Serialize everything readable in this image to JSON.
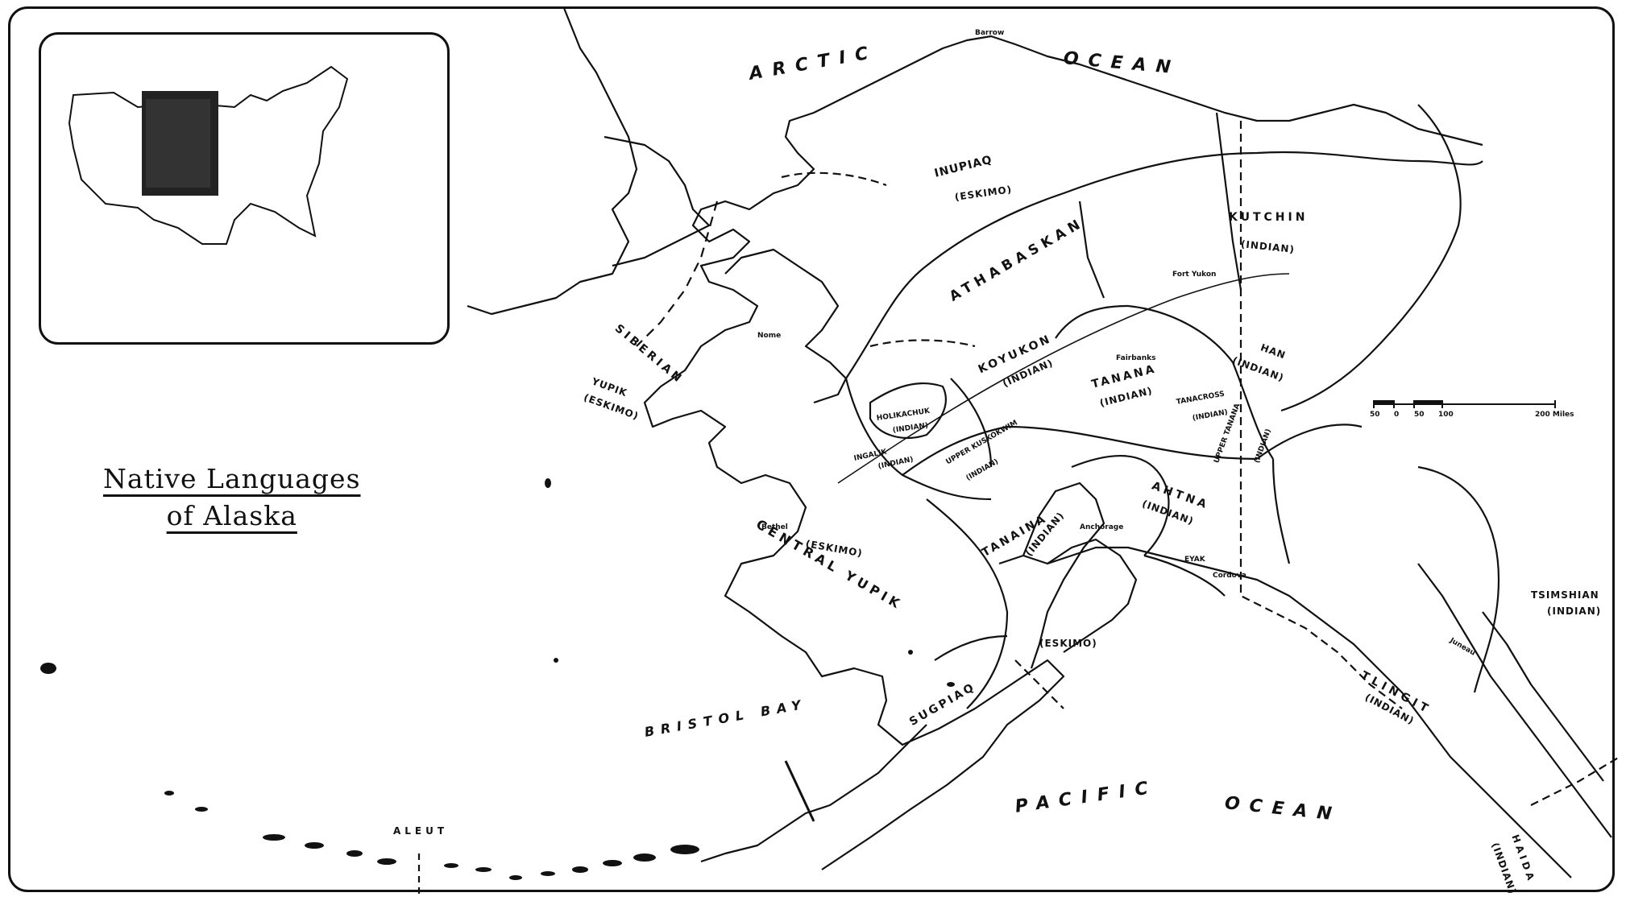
{
  "title": {
    "line1": "Native Languages",
    "line2": "of Alaska"
  },
  "oceans": {
    "arctic": "ARCTIC",
    "arctic_ocean": "OCEAN",
    "pacific": "PACIFIC",
    "pacific_ocean": "OCEAN",
    "bristol_bay": "BRISTOL BAY"
  },
  "languages": {
    "inupiaq": "INUPIAQ",
    "inupiaq_group": "(ESKIMO)",
    "athabaskan": "ATHABASKAN",
    "kutchin": "KUTCHIN",
    "kutchin_group": "(INDIAN)",
    "siberian": "SIBERIAN",
    "siberian_yupik": "YUPIK",
    "siberian_group": "(ESKIMO)",
    "koyukon": "KOYUKON",
    "koyukon_group": "(INDIAN)",
    "tanana": "TANANA",
    "tanana_group": "(INDIAN)",
    "han": "HAN",
    "han_group": "(INDIAN)",
    "tanacross": "TANACROSS",
    "tanacross_group": "(INDIAN)",
    "holikachuk": "HOLIKACHUK",
    "holikachuk_group": "(INDIAN)",
    "ingalik": "INGALIK",
    "ingalik_group": "(INDIAN)",
    "upper_kuskokwim": "UPPER KUSKOKWIM",
    "upper_kuskokwim_group": "(INDIAN)",
    "upper_tanana": "UPPER TANANA",
    "upper_tanana_group": "(INDIAN)",
    "ahtna": "AHTNA",
    "ahtna_group": "(INDIAN)",
    "central_yupik": "CENTRAL YUPIK",
    "central_yupik_group": "(ESKIMO)",
    "tanaina": "TANAINA",
    "tanaina_group": "(INDIAN)",
    "eskimo_south": "(ESKIMO)",
    "sugpiaq": "SUGPIAQ",
    "tsimshian": "TSIMSHIAN",
    "tsimshian_group": "(INDIAN)",
    "tlingit": "TLINGIT",
    "tlingit_group": "(INDIAN)",
    "haida": "HAIDA",
    "haida_group": "(INDIAN)",
    "aleut": "ALEUT"
  },
  "places": {
    "barrow": "Barrow",
    "fort_yukon": "Fort Yukon",
    "fairbanks": "Fairbanks",
    "nome": "Nome",
    "bethel": "Bethel",
    "anchorage": "Anchorage",
    "cordova": "Cordova",
    "juneau": "Juneau",
    "eyak": "EYAK"
  },
  "scale": {
    "ticks": [
      "50",
      "0",
      "50",
      "100",
      "200 Miles"
    ]
  }
}
